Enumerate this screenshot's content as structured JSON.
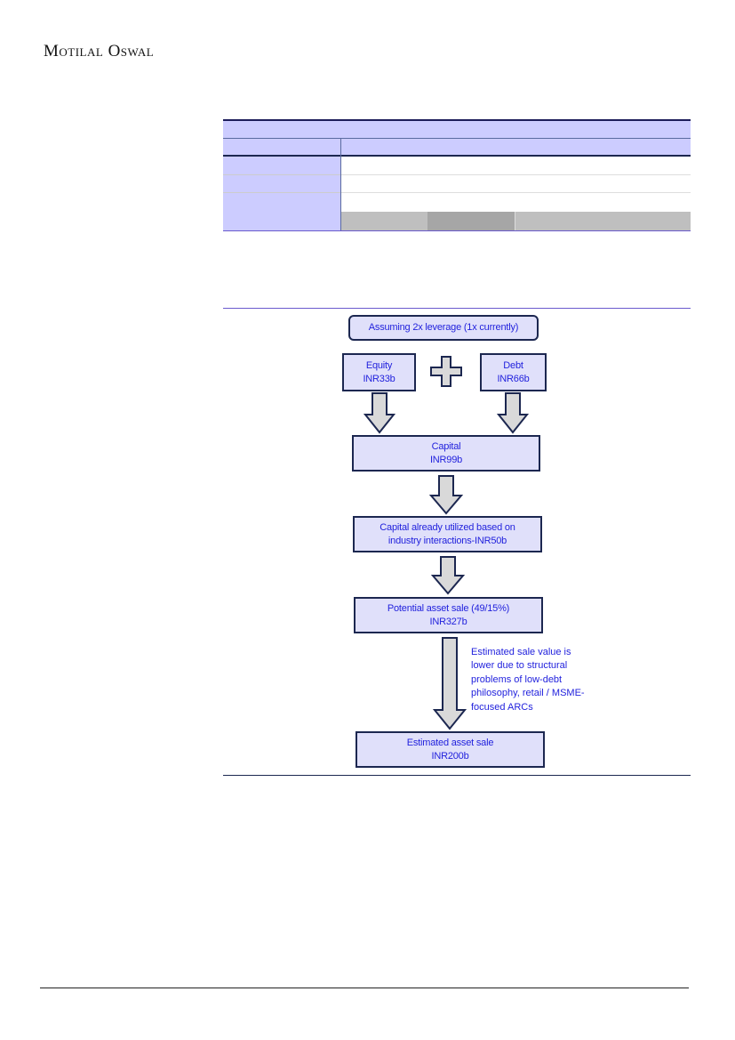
{
  "header": {
    "brand": "Motilal Oswal"
  },
  "flowchart": {
    "assumption": "Assuming 2x leverage (1x currently)",
    "equity": {
      "label": "Equity",
      "value": "INR33b"
    },
    "plus_icon": "plus-icon",
    "debt": {
      "label": "Debt",
      "value": "INR66b"
    },
    "capital": {
      "label": "Capital",
      "value": "INR99b"
    },
    "utilized": {
      "line1": "Capital already utilized based on",
      "line2": "industry interactions-INR50b"
    },
    "potential": {
      "label": "Potential asset sale (49/15%)",
      "value": "INR327b"
    },
    "note": "Estimated sale value is lower due to structural problems of low-debt philosophy, retail / MSME-focused ARCs",
    "estimated": {
      "label": "Estimated asset sale",
      "value": "INR200b"
    }
  },
  "colors": {
    "box_fill": "#e0e0fa",
    "box_border": "#1c2750",
    "text": "#2222dd",
    "table_header": "#ccccff"
  }
}
